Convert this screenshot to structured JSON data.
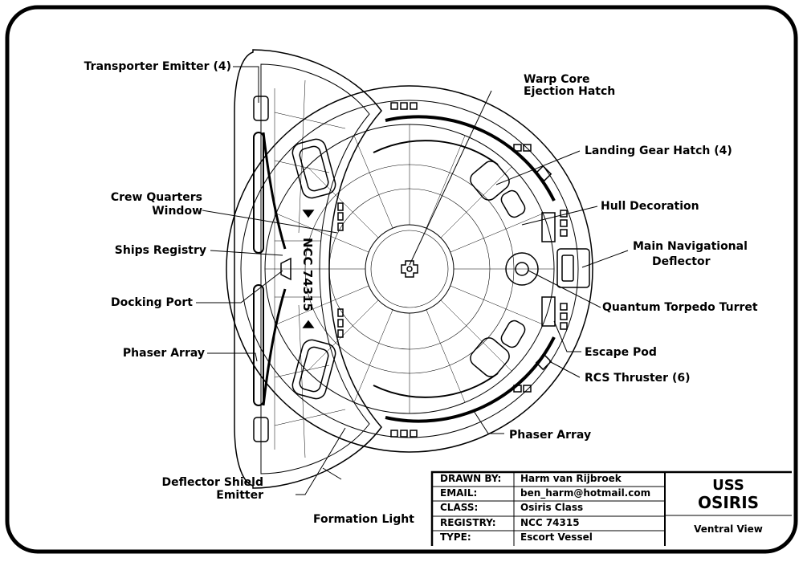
{
  "callouts": {
    "transporter_emitter": "Transporter Emitter (4)",
    "crew_quarters_1": "Crew Quarters",
    "crew_quarters_2": "Window",
    "ships_registry": "Ships Registry",
    "docking_port": "Docking Port",
    "phaser_array_left": "Phaser Array",
    "deflector_shield_1": "Deflector Shield",
    "deflector_shield_2": "Emitter",
    "formation_light": "Formation Light",
    "warp_core_1": "Warp Core",
    "warp_core_2": "Ejection Hatch",
    "landing_gear": "Landing Gear Hatch (4)",
    "hull_decoration": "Hull Decoration",
    "main_nav_1": "Main Navigational",
    "main_nav_2": "Deflector",
    "torpedo_turret": "Quantum Torpedo Turret",
    "escape_pod": "Escape Pod",
    "rcs_thruster": "RCS Thruster (6)",
    "phaser_array_right": "Phaser Array"
  },
  "hull_marking": "NCC 74315",
  "title_block": {
    "rows": [
      {
        "key": "DRAWN BY:",
        "value": "Harm van Rijbroek"
      },
      {
        "key": "EMAIL:",
        "value": "ben_harm@hotmail.com"
      },
      {
        "key": "CLASS:",
        "value": "Osiris Class"
      },
      {
        "key": "REGISTRY:",
        "value": "NCC 74315"
      },
      {
        "key": "TYPE:",
        "value": "Escort Vessel"
      }
    ],
    "ship_line1": "USS",
    "ship_line2": "OSIRIS",
    "view": "Ventral View"
  }
}
